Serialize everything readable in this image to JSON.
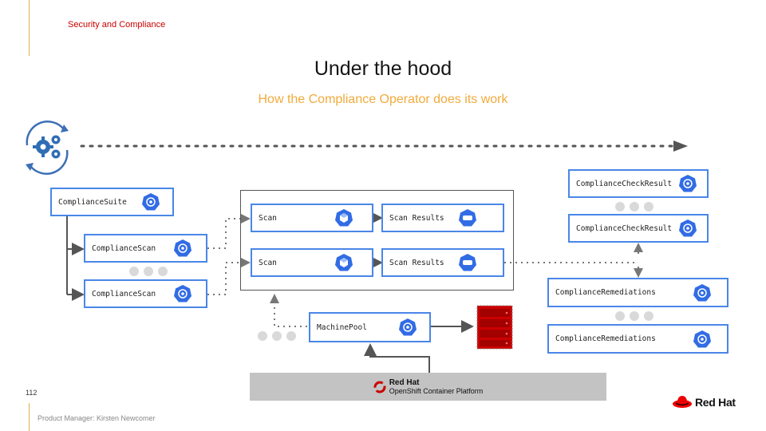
{
  "header": {
    "section": "Security and Compliance",
    "title": "Under the hood",
    "subtitle": "How the Compliance Operator does its work"
  },
  "diagram": {
    "suite": "ComplianceSuite",
    "scan_a": "ComplianceScan",
    "scan_b": "ComplianceScan",
    "scan_1": "Scan",
    "scan_2": "Scan",
    "results_1": "Scan Results",
    "results_2": "Scan Results",
    "machinepool": "MachinePool",
    "check_1": "ComplianceCheckResult",
    "check_2": "ComplianceCheckResult",
    "remediation_1": "ComplianceRemediations",
    "remediation_2": "ComplianceRemediations"
  },
  "platform": {
    "brand": "Red Hat",
    "product_a": "OpenShift",
    "product_b": " Container Platform"
  },
  "footer": {
    "page_number": "112",
    "presenter": "Product Manager: Kirsten Newcomer",
    "logo_text": "Red Hat"
  },
  "colors": {
    "accent_red": "#cc0000",
    "accent_orange": "#f0ab3c",
    "box_border": "#4a86e8",
    "k8s_blue": "#326ce5"
  }
}
